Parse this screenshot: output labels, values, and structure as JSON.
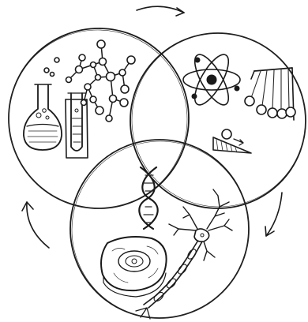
{
  "diagram": {
    "type": "venn",
    "sets": [
      {
        "id": "chemistry",
        "icons": [
          "flask-icon",
          "test-tube-icon",
          "molecule-icon"
        ]
      },
      {
        "id": "physics",
        "icons": [
          "atom-icon",
          "newtons-cradle-icon",
          "inclined-plane-icon"
        ]
      },
      {
        "id": "biology",
        "icons": [
          "cell-icon",
          "neuron-icon"
        ]
      }
    ],
    "center_icon": "dna-helix-icon",
    "cycle_arrows": [
      "arrow-top",
      "arrow-right",
      "arrow-left"
    ],
    "style": {
      "ink_color": "#1a1a1a",
      "background": "#ffffff"
    }
  }
}
